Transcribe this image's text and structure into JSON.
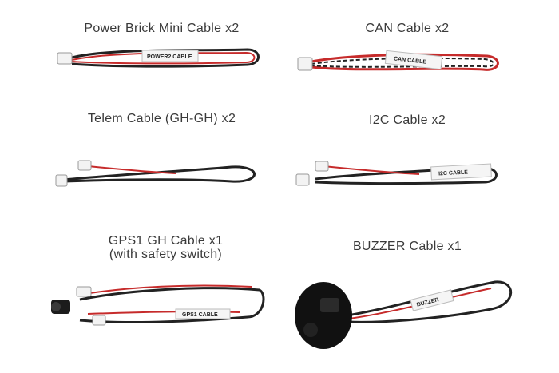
{
  "items": [
    {
      "caption": "Power Brick Mini Cable x2",
      "sleeve": "POWER2 CABLE"
    },
    {
      "caption": "CAN Cable x2",
      "sleeve": "CAN CABLE"
    },
    {
      "caption": "Telem Cable (GH-GH) x2"
    },
    {
      "caption": "I2C Cable  x2",
      "sleeve": "I2C CABLE"
    },
    {
      "caption": "GPS1 GH Cable x1",
      "caption2": "(with safety switch)",
      "sleeve": "GPS1 CABLE"
    },
    {
      "caption": "BUZZER Cable  x1",
      "sleeve": "BUZZER"
    }
  ]
}
